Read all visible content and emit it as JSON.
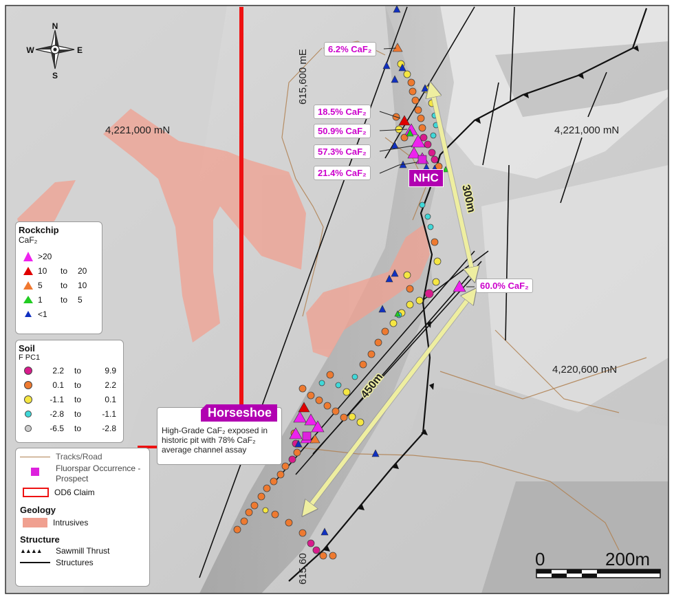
{
  "map": {
    "northing_labels": {
      "north_left": "4,221,000 mN",
      "north_right": "4,221,000 mN",
      "south_right": "4,220,600 mN"
    },
    "easting_labels": {
      "top": "615,600 mE",
      "bottom": "615,60"
    },
    "compass": {
      "n": "N",
      "s": "S",
      "e": "E",
      "w": "W"
    },
    "callouts": [
      "6.2% CaF₂",
      "18.5% CaF₂",
      "50.9% CaF₂",
      "57.3% CaF₂",
      "21.4% CaF₂",
      "60.0% CaF₂"
    ],
    "prospects": {
      "nhc": "NHC",
      "horseshoe": "Horseshoe"
    },
    "distances": {
      "d300": "300m",
      "d450": "450m"
    },
    "note": "High-Grade CaF₂ exposed in historic pit with 78% CaF₂ average channel assay",
    "scale": {
      "zero": "0",
      "end": "200m"
    }
  },
  "legend": {
    "rockchip": {
      "title": "Rockchip",
      "subtitle": "CaF₂",
      "rows": [
        {
          "from": ">20",
          "to_word": "",
          "to": "",
          "color": "#ee22ee"
        },
        {
          "from": "10",
          "to_word": "to",
          "to": "20",
          "color": "#e00000"
        },
        {
          "from": "5",
          "to_word": "to",
          "to": "10",
          "color": "#f07830"
        },
        {
          "from": "1",
          "to_word": "to",
          "to": "5",
          "color": "#22cc22"
        },
        {
          "from": "<1",
          "to_word": "",
          "to": "",
          "color": "#1030c0"
        }
      ]
    },
    "soil": {
      "title": "Soil",
      "subtitle": "F PC1",
      "rows": [
        {
          "from": "2.2",
          "to_word": "to",
          "to": "9.9",
          "color": "#d81b8c"
        },
        {
          "from": "0.1",
          "to_word": "to",
          "to": "2.2",
          "color": "#ee7a30"
        },
        {
          "from": "-1.1",
          "to_word": "to",
          "to": "0.1",
          "color": "#f5e642"
        },
        {
          "from": "-2.8",
          "to_word": "to",
          "to": "-1.1",
          "color": "#40d8d8"
        },
        {
          "from": "-6.5",
          "to_word": "to",
          "to": "-2.8",
          "color": "#cccccc"
        }
      ]
    },
    "features": {
      "tracks": "Tracks/Road",
      "fluorspar": "Fluorspar Occurrence - Prospect",
      "claim": "OD6 Claim",
      "geology_title": "Geology",
      "intrusives": "Intrusives",
      "structure_title": "Structure",
      "thrust": "Sawmill Thrust",
      "structures": "Structures"
    }
  },
  "colors": {
    "intrusive": "#f0a090",
    "claim": "#ee1111",
    "prospect_tag": "#b100b1",
    "arrow": "#eeeea0"
  }
}
